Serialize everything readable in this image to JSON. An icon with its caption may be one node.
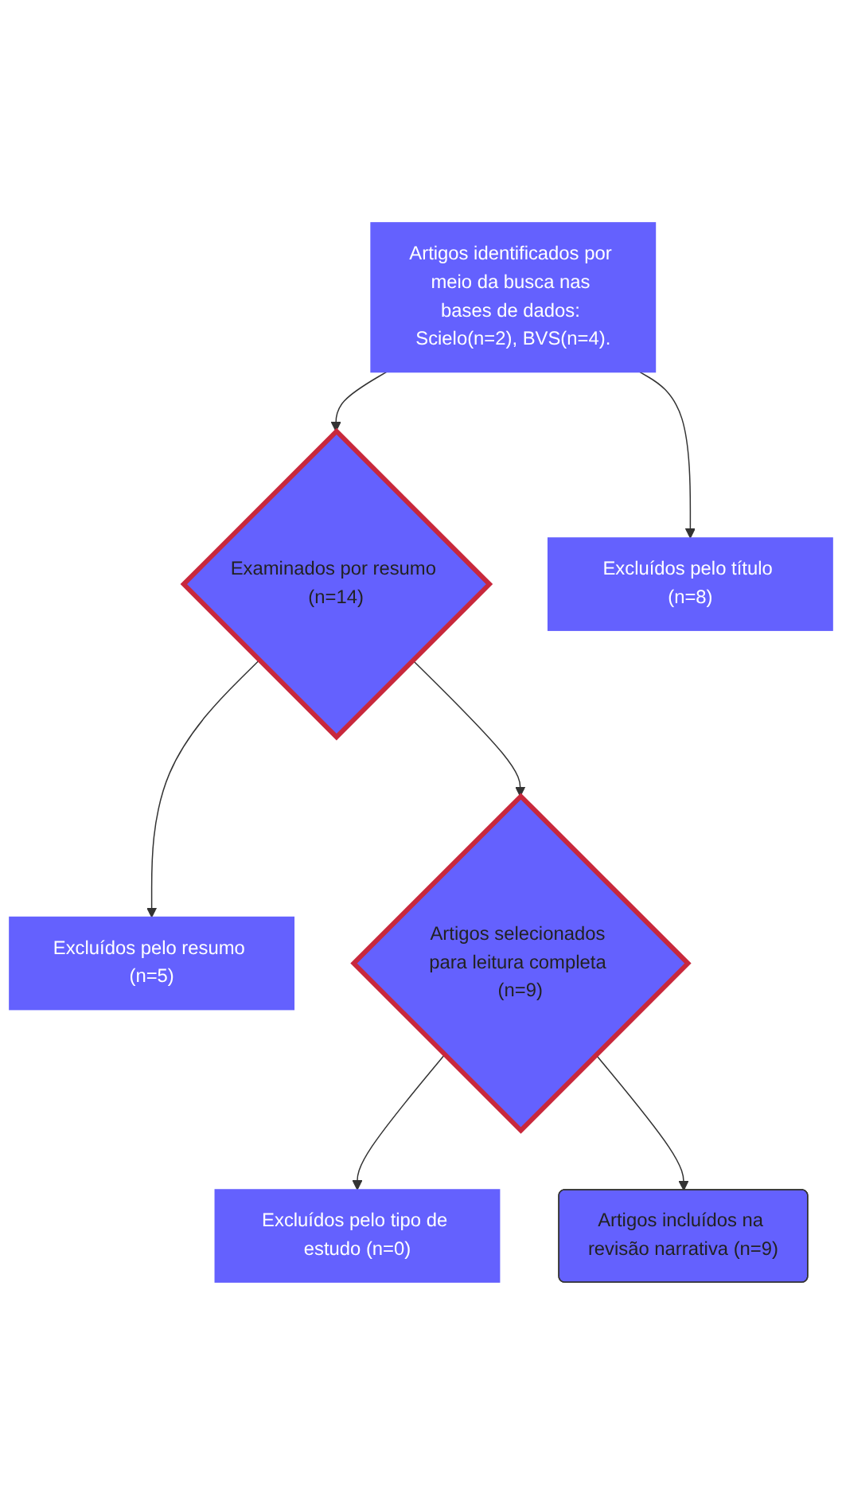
{
  "diagram": {
    "nodes": [
      {
        "text": [
          "Artigos identificados por meio da busca nas bases de dados: Scielo(n=2), BVS(n=4)."
        ]
      },
      {
        "text": [
          "Examinados por resumo (n=14)"
        ]
      },
      {
        "text": [
          "Excluídos pelo título (n=8)"
        ]
      },
      {
        "text": [
          "Excluídos pelo resumo (n=5)"
        ]
      },
      {
        "text": [
          "Artigos selecionados para leitura completa (n=9)"
        ]
      },
      {
        "text": [
          "Excluídos pelo tipo de estudo (n=0)"
        ]
      },
      {
        "text": [
          "Artigos incluídos na revisão narrativa (n=9)"
        ]
      }
    ],
    "edges": [
      {
        "from": 0,
        "to": 1,
        "arrow": "to"
      },
      {
        "from": 0,
        "to": 2,
        "arrow": "to"
      },
      {
        "from": 1,
        "to": 3,
        "arrow": "to"
      },
      {
        "from": 1,
        "to": 4,
        "arrow": "to"
      },
      {
        "from": 4,
        "to": 5,
        "arrow": "to"
      },
      {
        "from": 4,
        "to": 6,
        "arrow": "to"
      }
    ]
  }
}
